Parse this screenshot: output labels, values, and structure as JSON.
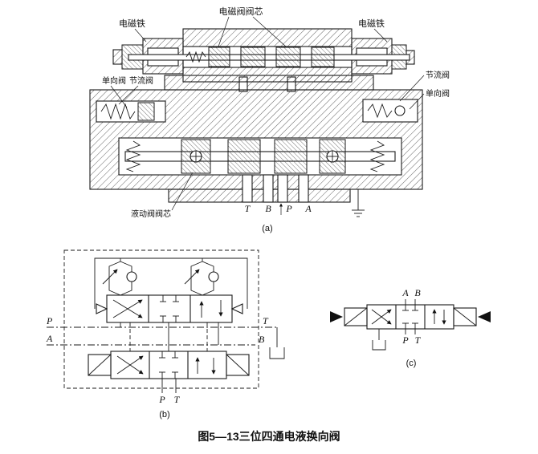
{
  "caption": "图5—13三位四通电液换向阀",
  "section_a": {
    "tag": "(a)",
    "labels": {
      "electromagnet_left": "电磁铁",
      "pilot_spool": "电磁阀阀芯",
      "electromagnet_right": "电磁铁",
      "check_valve_left": "单向阀",
      "throttle_valve_left": "节流阀",
      "throttle_valve_right": "节流阀",
      "check_valve_right": "单向阀",
      "main_spool": "液动阀阀芯"
    },
    "ports": {
      "t": "T",
      "b": "B",
      "p": "P",
      "a": "A"
    }
  },
  "section_b": {
    "tag": "(b)",
    "ports": {
      "p_left": "P",
      "t_right": "T",
      "a_left": "A",
      "b_right": "B",
      "p_bottom": "P",
      "t_bottom": "T"
    }
  },
  "section_c": {
    "tag": "(c)",
    "ports": {
      "a": "A",
      "b": "B",
      "p": "P",
      "t": "T"
    }
  }
}
